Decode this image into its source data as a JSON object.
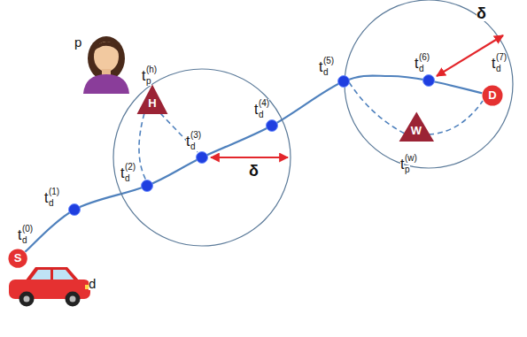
{
  "diagram": {
    "nodes": [
      {
        "text": [
          "S"
        ]
      },
      {
        "text": [
          "H"
        ]
      },
      {
        "text": [
          "W"
        ]
      },
      {
        "text": [
          "D"
        ]
      }
    ],
    "edges": [
      {
        "from": 0,
        "to": 3,
        "arrow": "none"
      }
    ],
    "labels": [
      "p",
      "d",
      "t",
      "d",
      "(0)",
      "t",
      "d",
      "(1)",
      "t",
      "d",
      "(2)",
      "t",
      "d",
      "(3)",
      "t",
      "d",
      "(4)",
      "t",
      "d",
      "(5)",
      "t",
      "d",
      "(6)",
      "t",
      "d",
      "(7)",
      "t",
      "p",
      "(h)",
      "t",
      "p",
      "(w)",
      "δ",
      "δ"
    ]
  }
}
